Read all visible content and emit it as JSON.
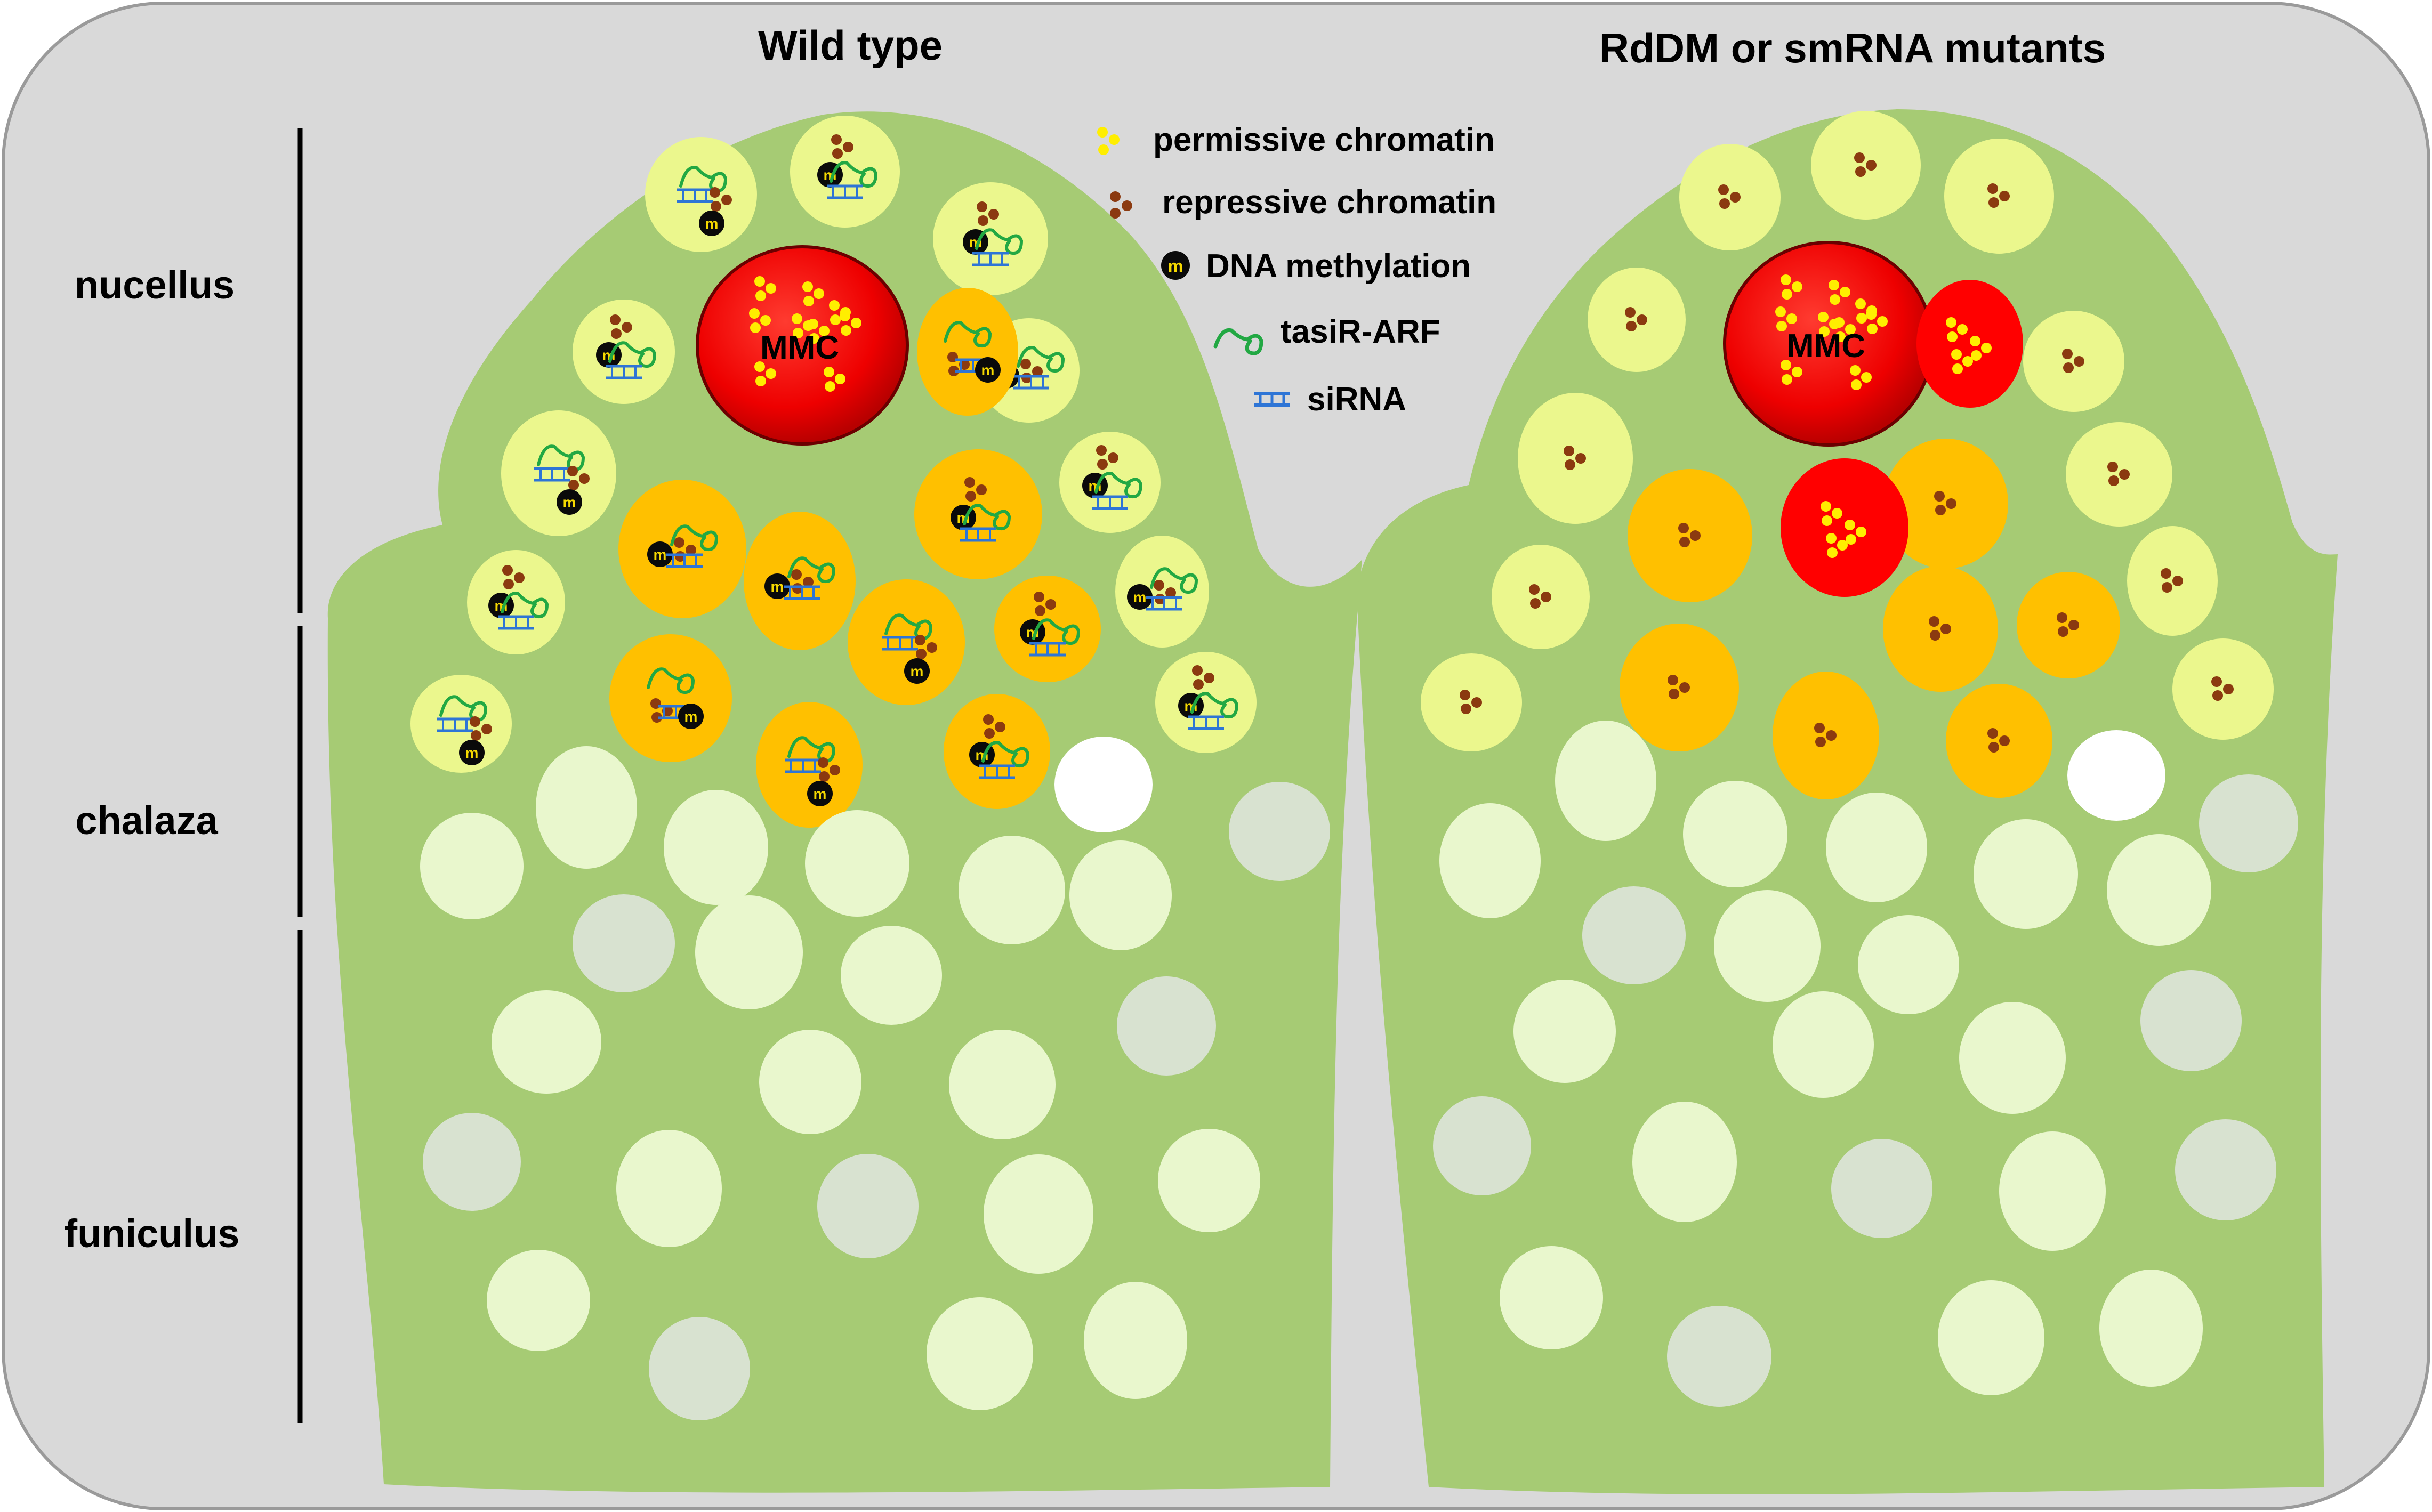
{
  "panels": {
    "left_title": "Wild type",
    "right_title": "RdDM or smRNA mutants"
  },
  "regions": {
    "nucellus": "nucellus",
    "chalaza": "chalaza",
    "funiculus": "funiculus"
  },
  "legend": {
    "permissive": "permissive chromatin",
    "repressive": "repressive chromatin",
    "methylation": "DNA methylation",
    "tasir": "tasiR-ARF",
    "sirna": "siRNA"
  },
  "cell_labels": {
    "mmc": "MMC",
    "methyl_mark": "m"
  },
  "colors": {
    "frame": "#d9d9d9",
    "tissue": "#a6cb74",
    "mmc_red": "#ff0000",
    "orange_cell": "#ffc000",
    "yellow_cell": "#ebf78d",
    "pale_cell": "#e9f7cd",
    "grey_cell": "#d8e2d0",
    "permissive_dot": "#ffee00",
    "repressive_dot": "#8b3a10",
    "tasir_green": "#22a843",
    "sirna_blue": "#2e75d6"
  }
}
